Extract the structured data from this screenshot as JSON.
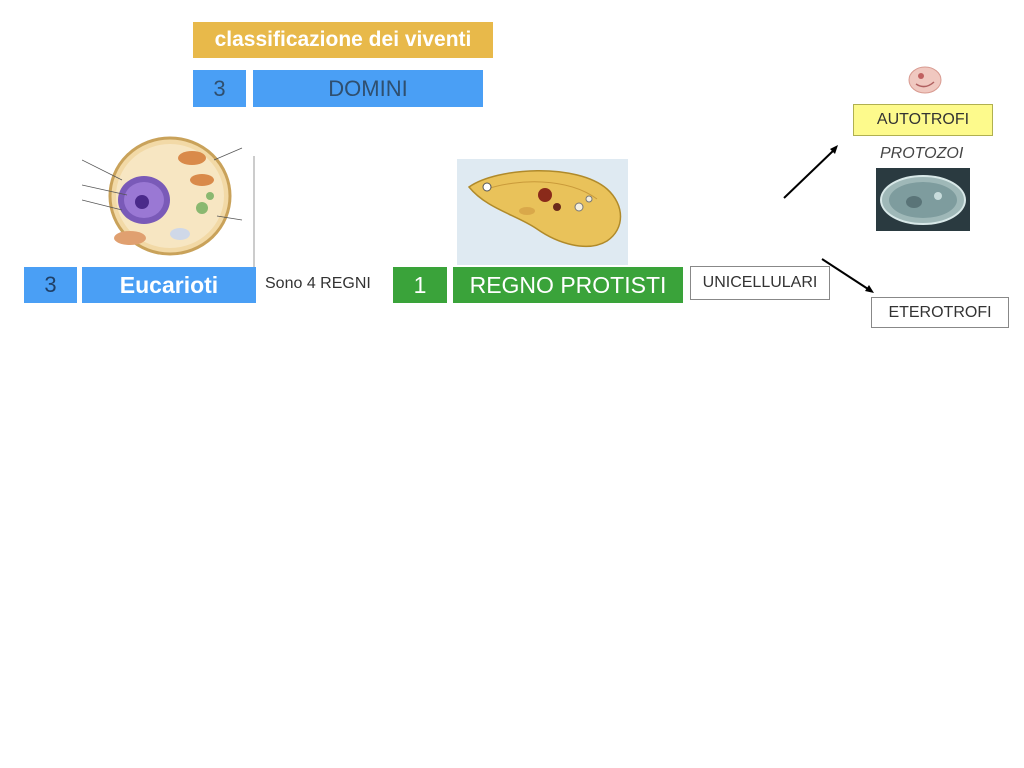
{
  "title": "classificazione dei viventi",
  "domini": {
    "number": "3",
    "label": "DOMINI"
  },
  "eucarioti": {
    "number": "3",
    "label": "Eucarioti"
  },
  "regni_text": "Sono 4 REGNI",
  "regno": {
    "number": "1",
    "label": "REGNO PROTISTI"
  },
  "unicellulari": "UNICELLULARI",
  "autotrofi": "AUTOTROFI",
  "protozoi": "PROTOZOI",
  "eterotrofi": "ETEROTROFI",
  "colors": {
    "title_bg": "#e8b94a",
    "blue": "#4a9ff5",
    "green": "#3aa33a",
    "yellow": "#fdfa8c"
  }
}
